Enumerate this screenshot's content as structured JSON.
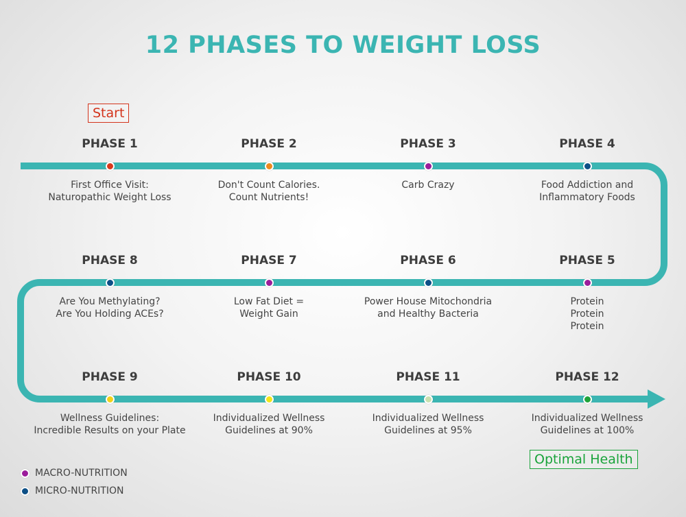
{
  "title": "12 PHASES TO WEIGHT LOSS",
  "start_label": "Start",
  "end_label": "Optimal Health",
  "colors": {
    "track": "#3bb5b2",
    "title": "#3bb5b2",
    "start": "#d3331b",
    "end": "#19a33a"
  },
  "phases": [
    {
      "label": "PHASE 1",
      "desc": [
        "First Office Visit:",
        "Naturopathic Weight Loss"
      ],
      "dot": "#d93a1c"
    },
    {
      "label": "PHASE 2",
      "desc": [
        "Don't Count Calories.",
        "Count Nutrients!"
      ],
      "dot": "#ee8a1d"
    },
    {
      "label": "PHASE 3",
      "desc": [
        "Carb Crazy"
      ],
      "dot": "#9b1d9b"
    },
    {
      "label": "PHASE 4",
      "desc": [
        "Food Addiction and",
        "Inflammatory Foods"
      ],
      "dot": "#0d4f86"
    },
    {
      "label": "PHASE 5",
      "desc": [
        "Protein",
        "Protein",
        "Protein"
      ],
      "dot": "#9b1d9b"
    },
    {
      "label": "PHASE 6",
      "desc": [
        "Power House Mitochondria",
        "and Healthy Bacteria"
      ],
      "dot": "#0d4f86"
    },
    {
      "label": "PHASE 7",
      "desc": [
        "Low Fat Diet =",
        "Weight Gain"
      ],
      "dot": "#9b1d9b"
    },
    {
      "label": "PHASE 8",
      "desc": [
        "Are You Methylating?",
        "Are You Holding ACEs?"
      ],
      "dot": "#0d4f86"
    },
    {
      "label": "PHASE 9",
      "desc": [
        "Wellness Guidelines:",
        "Incredible Results on your Plate"
      ],
      "dot": "#f2d21a"
    },
    {
      "label": "PHASE 10",
      "desc": [
        "Individualized Wellness",
        "Guidelines at 90%"
      ],
      "dot": "#f2e51a"
    },
    {
      "label": "PHASE 11",
      "desc": [
        "Individualized Wellness",
        "Guidelines at 95%"
      ],
      "dot": "#c9e0b0"
    },
    {
      "label": "PHASE 12",
      "desc": [
        "Individualized Wellness",
        "Guidelines at 100%"
      ],
      "dot": "#1fa33a"
    }
  ],
  "legend": [
    {
      "label": "MACRO-NUTRITION",
      "color": "#9b1d9b"
    },
    {
      "label": "MICRO-NUTRITION",
      "color": "#0d4f86"
    }
  ]
}
